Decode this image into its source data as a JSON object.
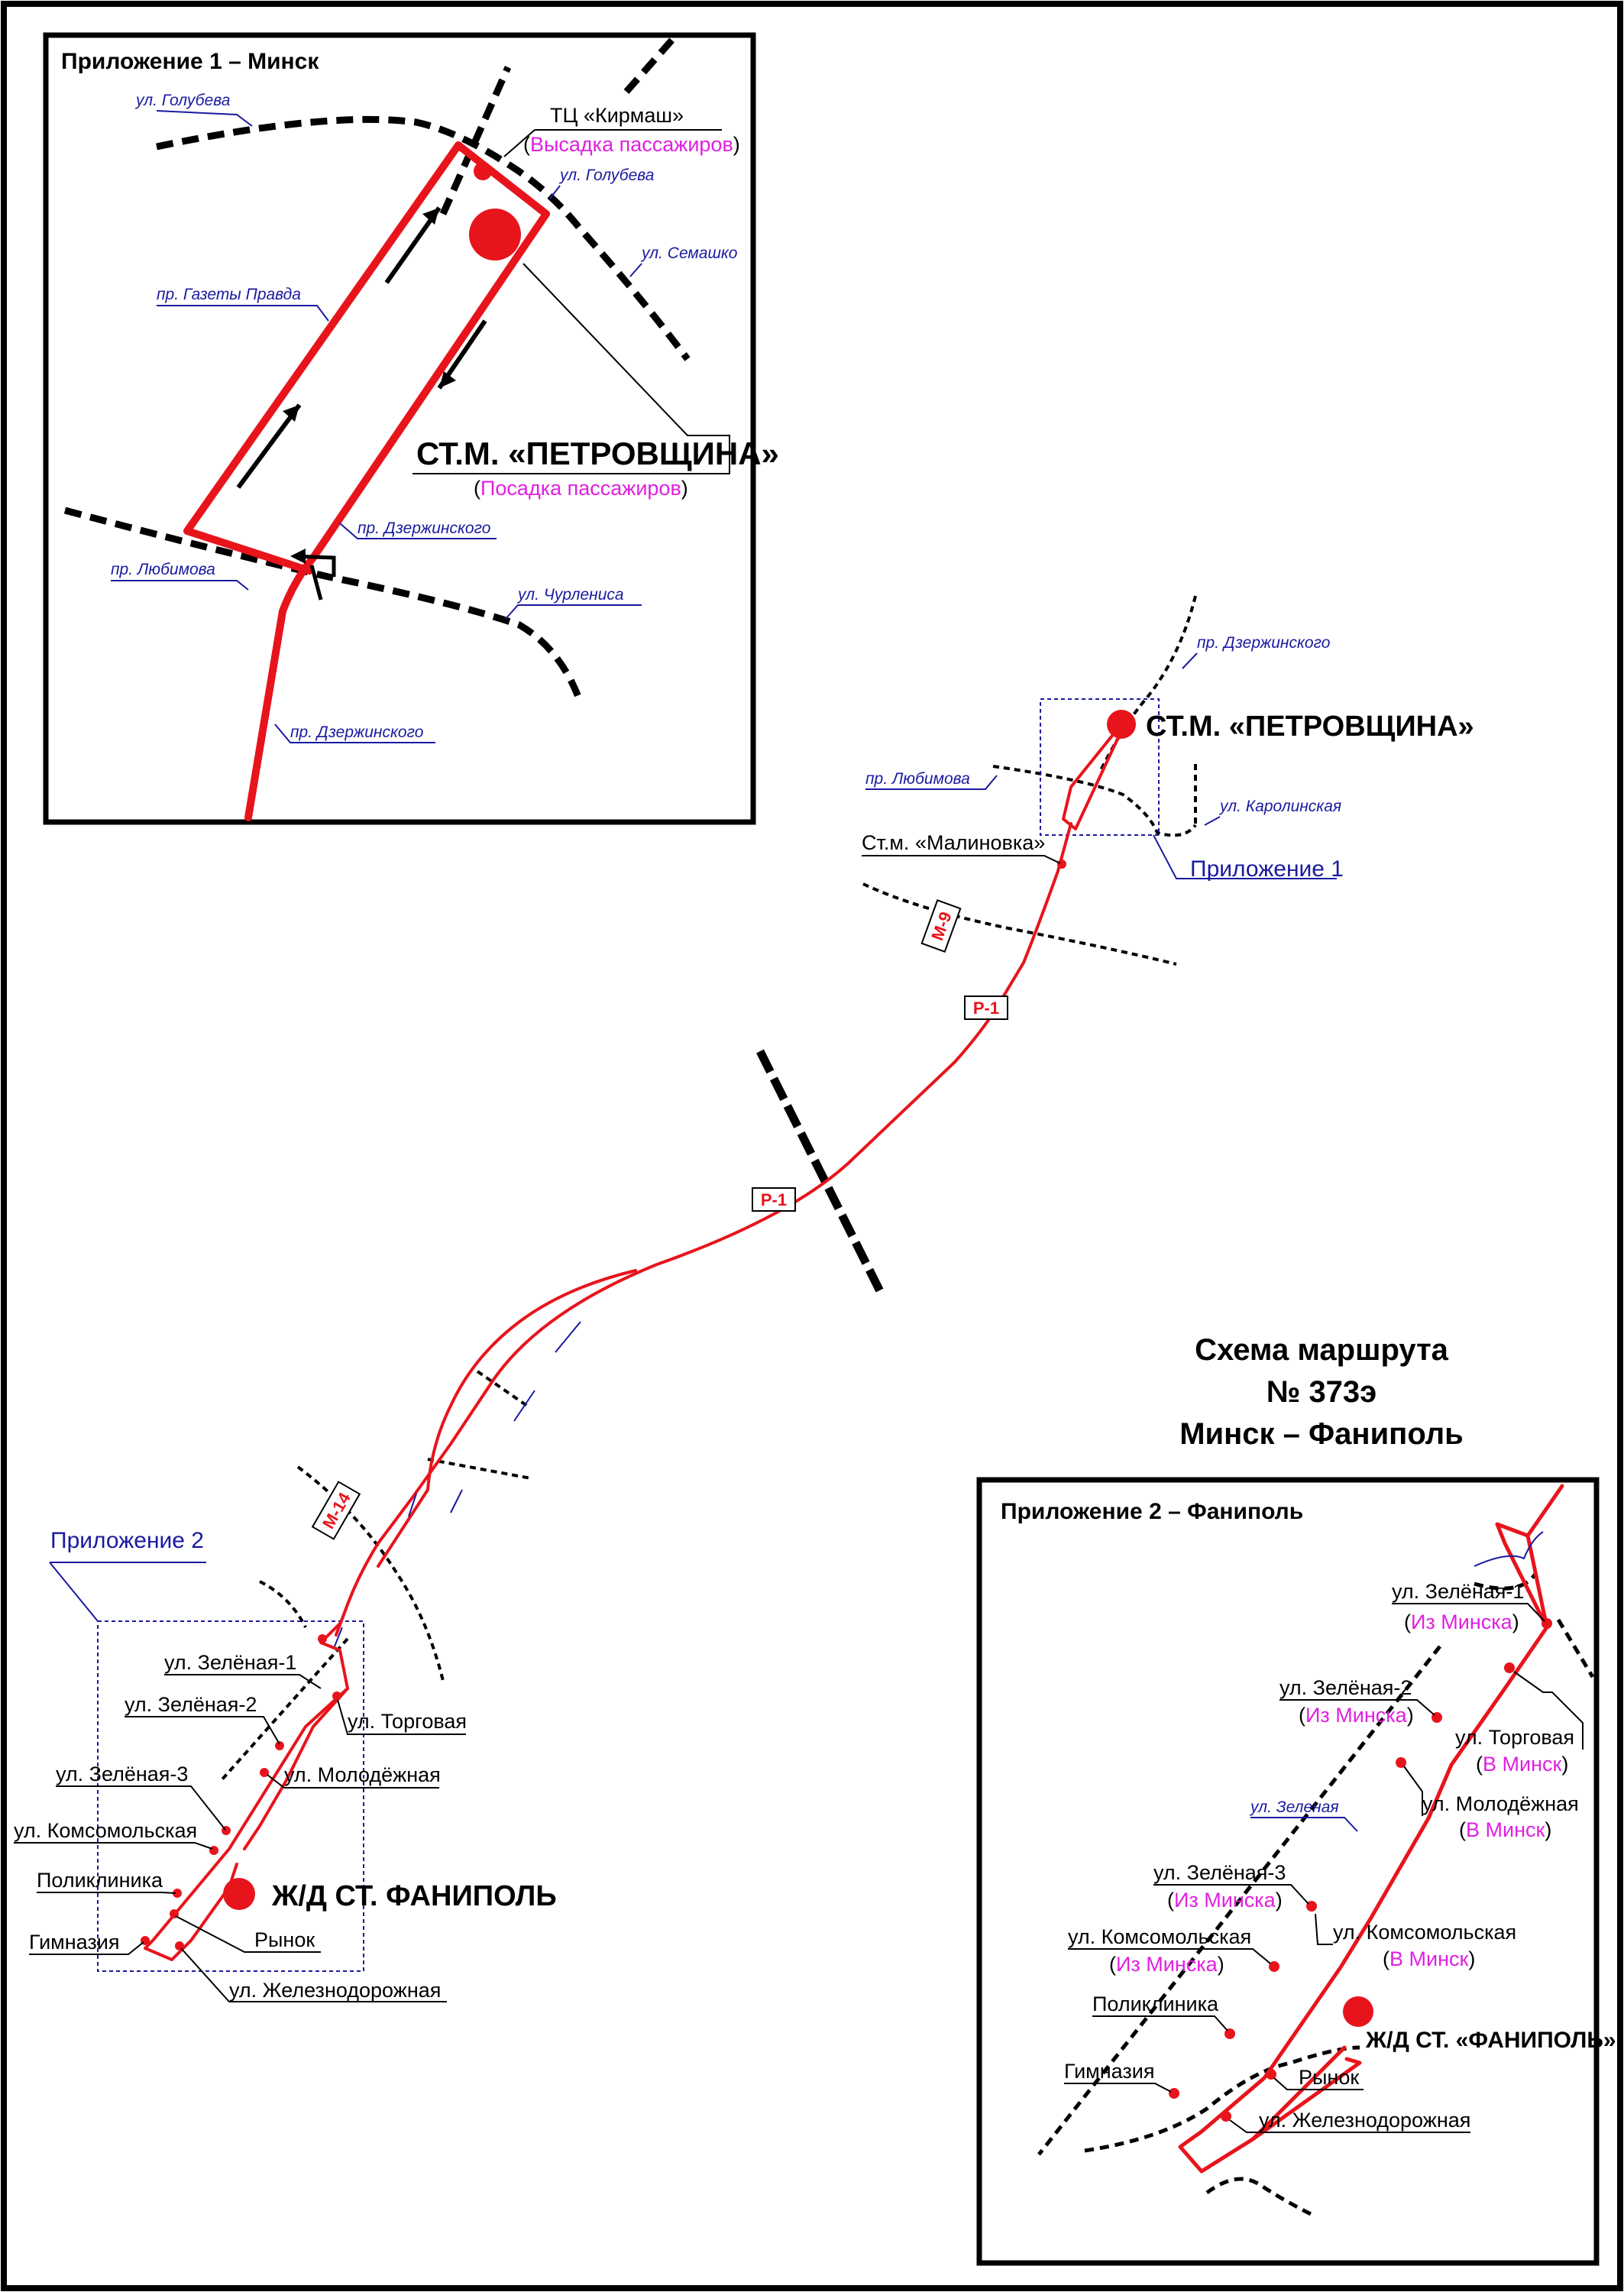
{
  "title": {
    "line1": "Схема маршрута",
    "line2": "№ 373э",
    "line3": "Минск – Фаниполь"
  },
  "colors": {
    "route": "#e8141c",
    "street_label": "#1a1aa0",
    "note": "#e020e0",
    "road": "#000000"
  },
  "inset1": {
    "heading": "Приложение 1 – Минск",
    "streets": [
      "ул. Голубева",
      "ул. Голубева",
      "пр. Газеты Правда",
      "ул. Семашко",
      "пр. Дзержинского",
      "пр. Любимова",
      "ул. Чурлениса",
      "пр. Дзержинского"
    ],
    "kirmash": {
      "name": "ТЦ «Кирмаш»",
      "note": "Высадка пассажиров"
    },
    "terminal": {
      "name": "СТ.М.  «ПЕТРОВЩИНА»",
      "note": "Посадка пассажиров"
    }
  },
  "main": {
    "streets": [
      "пр. Дзержинского",
      "пр. Любимова",
      "ул. Каролинская"
    ],
    "terminal_minsk": "СТ.М.  «ПЕТРОВЩИНА»",
    "malinovka": "Ст.м. «Малиновка»",
    "appendix1_label": "Приложение 1",
    "appendix2_label": "Приложение 2",
    "roads": [
      "М-9",
      "Р-1",
      "Р-1",
      "М-14"
    ],
    "terminal_fanipol": "Ж/Д СТ. ФАНИПОЛЬ",
    "stops": [
      "ул. Зелёная-1",
      "ул. Зелёная-2",
      "ул. Торговая",
      "ул. Молодёжная",
      "ул. Зелёная-3",
      "ул. Комсомольская",
      "Поликлиника",
      "Гимназия",
      "Рынок",
      "ул. Железнодорожная"
    ]
  },
  "inset2": {
    "heading": "Приложение 2 – Фаниполь",
    "street": "ул. Зеленая",
    "from_minsk": "Из Минска",
    "to_minsk": "В Минск",
    "terminal": "Ж/Д СТ. «ФАНИПОЛЬ»",
    "stops": [
      "ул. Зелёная-1",
      "ул. Зелёная-2",
      "ул. Торговая",
      "ул. Молодёжная",
      "ул. Зелёная-3",
      "ул. Комсомольская",
      "Поликлиника",
      "Гимназия",
      "Рынок",
      "ул. Железнодорожная"
    ]
  }
}
